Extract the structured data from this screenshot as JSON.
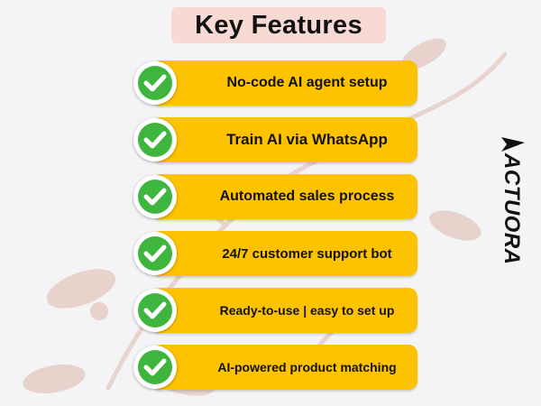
{
  "title": "Key Features",
  "features": [
    {
      "label": "No-code AI agent setup"
    },
    {
      "label": "Train AI via WhatsApp"
    },
    {
      "label": "Automated sales process"
    },
    {
      "label": "24/7 customer support bot"
    },
    {
      "label": "Ready-to-use | easy to set up"
    },
    {
      "label": "AI-powered product matching"
    }
  ],
  "logo": {
    "text": "ACTUORA"
  },
  "colors": {
    "pill": "#fdc200",
    "check": "#3eb53d",
    "title_bg": "#f8d9d4",
    "background": "#f4f4f6"
  }
}
